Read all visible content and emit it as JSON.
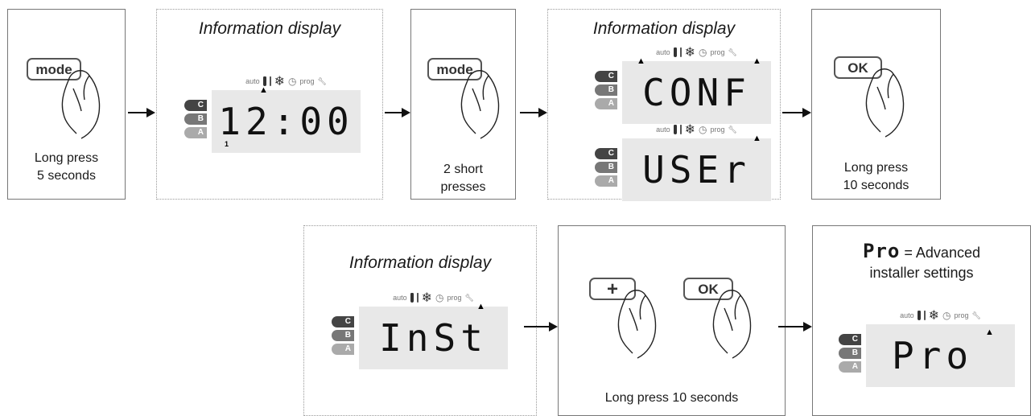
{
  "steps": {
    "step1": {
      "button": "mode",
      "caption": "Long press\n5 seconds"
    },
    "step2": {
      "title": "Information display",
      "lcd": "12:00",
      "small_digit": "1"
    },
    "step3": {
      "button": "mode",
      "caption": "2 short\npresses"
    },
    "step4": {
      "title": "Information display",
      "lcd_top": "CONF",
      "lcd_bottom": "USEr"
    },
    "step5": {
      "button": "OK",
      "caption": "Long press\n10 seconds"
    },
    "step6": {
      "title": "Information display",
      "lcd": "InSt"
    },
    "step7": {
      "button_plus": "+",
      "button_ok": "OK",
      "caption": "Long press 10 seconds"
    },
    "step8": {
      "logo": "Pro",
      "title_line1": "= Advanced",
      "title_line2": "installer settings",
      "lcd": "Pro"
    }
  },
  "display_icons": {
    "auto": "auto",
    "prog": "prog"
  },
  "levels": [
    "C",
    "B",
    "A"
  ],
  "icon_names": [
    "thermometer-icon",
    "snowflake-icon",
    "clock-icon",
    "wrench-icon",
    "hand-icon",
    "arrow-right-icon"
  ]
}
